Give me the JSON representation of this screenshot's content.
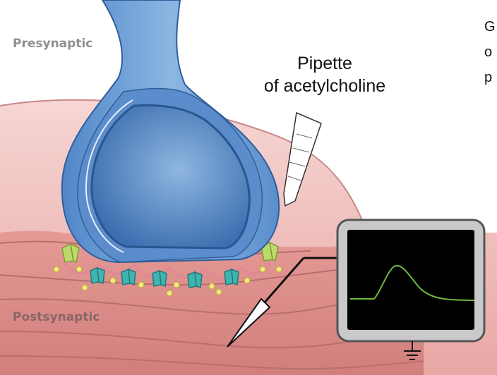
{
  "labels": {
    "presynaptic": "Presynaptic",
    "postsynaptic": "Postsynaptic",
    "pipette_line1": "Pipette",
    "pipette_line2": "of acetylcholine"
  },
  "cut_off_text": [
    "G",
    "o",
    "p"
  ],
  "colors": {
    "axon_blue": "#6e9fd6",
    "terminal_dark": "#3f74b8",
    "muscle_pink": "#f2c4c4",
    "muscle_fold": "#d98f8f",
    "receptor_green": "#b8d86a",
    "receptor_teal": "#3fb3b0",
    "signal_trace": "#6dba3c",
    "monitor_bezel": "#8f8f8f",
    "screen": "#000000"
  },
  "icons": [
    "ground-symbol-icon",
    "electrode-icon",
    "oscilloscope-icon"
  ]
}
